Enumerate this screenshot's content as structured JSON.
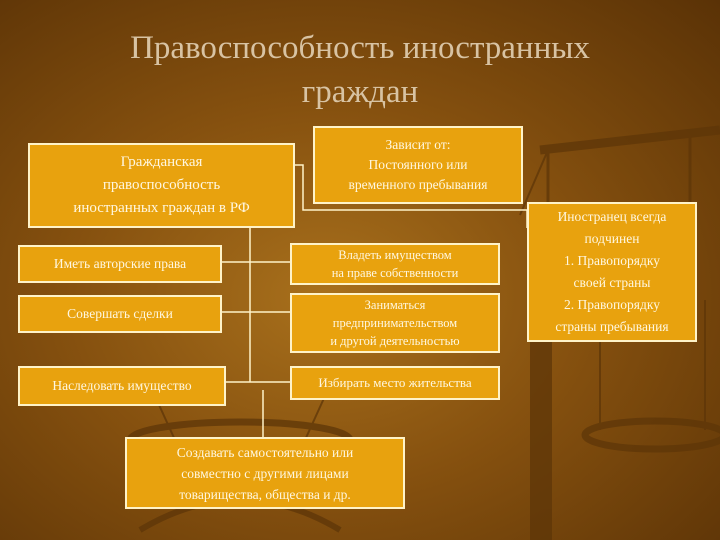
{
  "title": {
    "line1": "Правоспособность иностранных",
    "line2": "граждан"
  },
  "nodes": {
    "main": "Гражданская\nправоспособность\nиностранных граждан в РФ",
    "depends": "Зависит от:\nПостоянного или\nвременного пребывания",
    "always": "Иностранец всегда\nподчинен\n1. Правопорядку\nсвоей страны\n2. Правопорядку\nстраны пребывания",
    "copyright": "Иметь авторские права",
    "deals": "Совершать сделки",
    "inherit": "Наследовать имущество",
    "property": "Владеть имуществом\nна праве собственности",
    "business": "Заниматься\nпредпринимательством\nи другой деятельностью",
    "residence": "Избирать место жительства",
    "partnership": "Создавать самостоятельно или\nсовместно с другими лицами\nтоварищества, общества и др."
  },
  "colors": {
    "box_fill": "#e8a20e",
    "box_border": "#fff3c8",
    "box_text": "#fff7e0",
    "title_text": "#d8c3a3",
    "connector": "#fff3c8"
  },
  "icons": {
    "background": "scales-of-justice-icon"
  }
}
